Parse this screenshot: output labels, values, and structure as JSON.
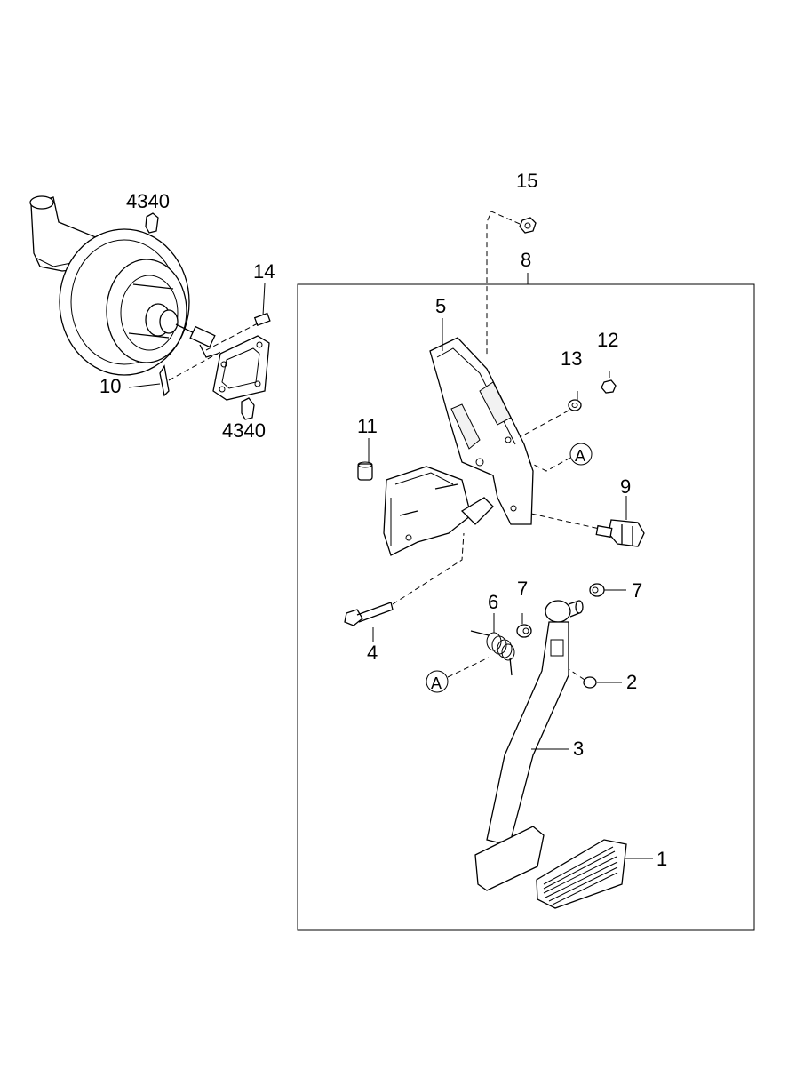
{
  "callouts": {
    "c1": "1",
    "c2": "2",
    "c3": "3",
    "c4": "4",
    "c5": "5",
    "c6": "6",
    "c7a": "7",
    "c7b": "7",
    "c8": "8",
    "c9": "9",
    "c10": "10",
    "c11": "11",
    "c12": "12",
    "c13": "13",
    "c14": "14",
    "c15": "15",
    "ref_top": "4340",
    "ref_bottom": "4340"
  },
  "markers": {
    "a_upper": "A",
    "a_lower": "A"
  }
}
